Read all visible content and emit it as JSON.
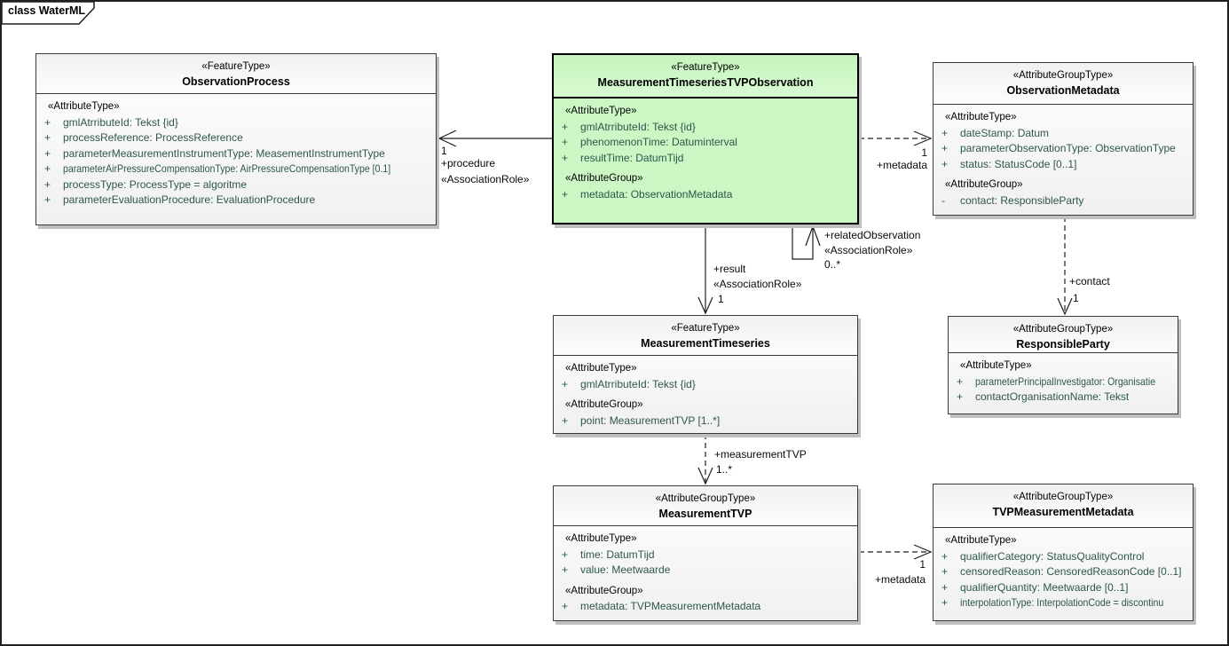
{
  "frame": {
    "tab_label": "class WaterML"
  },
  "colors": {
    "highlight_fill": "#CCF7C5",
    "attribute_text": "#2D574B",
    "line": "#1F1F1F",
    "shadow": "#BFBFBF"
  },
  "boxes": [
    {
      "stereotype": "«FeatureType»",
      "name": "ObservationProcess",
      "sections": [
        {
          "heading": "«AttributeType»",
          "rows": [
            {
              "vis": "+",
              "text": "gmlAtrributeId: Tekst {id}"
            },
            {
              "vis": "+",
              "text": "processReference: ProcessReference"
            },
            {
              "vis": "+",
              "text": "parameterMeasurementInstrumentType: MeasementInstrumentType"
            },
            {
              "vis": "+",
              "text": "parameterAirPressureCompensationType: AirPressureCompensationType [0.1]"
            },
            {
              "vis": "+",
              "text": "processType: ProcessType = algoritme"
            },
            {
              "vis": "+",
              "text": "parameterEvaluationProcedure: EvaluationProcedure"
            }
          ]
        }
      ]
    },
    {
      "stereotype": "«FeatureType»",
      "name": "MeasurementTimeseriesTVPObservation",
      "sections": [
        {
          "heading": "«AttributeType»",
          "rows": [
            {
              "vis": "+",
              "text": "gmlAtrributeId: Tekst {id}"
            },
            {
              "vis": "+",
              "text": "phenomenonTime: Datuminterval"
            },
            {
              "vis": "+",
              "text": "resultTime: DatumTijd"
            }
          ]
        },
        {
          "heading": "«AttributeGroup»",
          "rows": [
            {
              "vis": "+",
              "text": "metadata: ObservationMetadata"
            }
          ]
        }
      ]
    },
    {
      "stereotype": "«AttributeGroupType»",
      "name": "ObservationMetadata",
      "sections": [
        {
          "heading": "«AttributeType»",
          "rows": [
            {
              "vis": "+",
              "text": "dateStamp: Datum"
            },
            {
              "vis": "+",
              "text": "parameterObservationType: ObservationType"
            },
            {
              "vis": "+",
              "text": "status: StatusCode [0..1]"
            }
          ]
        },
        {
          "heading": "«AttributeGroup»",
          "rows": [
            {
              "vis": "-",
              "text": "contact: ResponsibleParty"
            }
          ]
        }
      ]
    },
    {
      "stereotype": "«FeatureType»",
      "name": "MeasurementTimeseries",
      "sections": [
        {
          "heading": "«AttributeType»",
          "rows": [
            {
              "vis": "+",
              "text": "gmlAtrributeId: Tekst {id}"
            }
          ]
        },
        {
          "heading": "«AttributeGroup»",
          "rows": [
            {
              "vis": "+",
              "text": "point: MeasurementTVP [1..*]"
            }
          ]
        }
      ]
    },
    {
      "stereotype": "«AttributeGroupType»",
      "name": "ResponsibleParty",
      "sections": [
        {
          "heading": "«AttributeType»",
          "rows": [
            {
              "vis": "+",
              "text": "parameterPrincipalInvestigator: Organisatie"
            },
            {
              "vis": "+",
              "text": "contactOrganisationName: Tekst"
            }
          ]
        }
      ]
    },
    {
      "stereotype": "«AttributeGroupType»",
      "name": "MeasurementTVP",
      "sections": [
        {
          "heading": "«AttributeType»",
          "rows": [
            {
              "vis": "+",
              "text": "time: DatumTijd"
            },
            {
              "vis": "+",
              "text": "value: Meetwaarde"
            }
          ]
        },
        {
          "heading": "«AttributeGroup»",
          "rows": [
            {
              "vis": "+",
              "text": "metadata: TVPMeasurementMetadata"
            }
          ]
        }
      ]
    },
    {
      "stereotype": "«AttributeGroupType»",
      "name": "TVPMeasurementMetadata",
      "sections": [
        {
          "heading": "«AttributeType»",
          "rows": [
            {
              "vis": "+",
              "text": "qualifierCategory: StatusQualityControl"
            },
            {
              "vis": "+",
              "text": "censoredReason: CensoredReasonCode [0..1]"
            },
            {
              "vis": "+",
              "text": "qualifierQuantity: Meetwaarde [0..1]"
            },
            {
              "vis": "+",
              "text": "interpolationType: InterpolationCode = discontinu"
            }
          ]
        }
      ]
    }
  ],
  "connectors": {
    "procedure": {
      "mult": "1",
      "role": "+procedure",
      "stereotype": "«AssociationRole»"
    },
    "metadata_top": {
      "mult": "1",
      "role": "+metadata"
    },
    "related_observation": {
      "role": "+relatedObservation",
      "stereotype": "«AssociationRole»",
      "mult": "0..*"
    },
    "result": {
      "role": "+result",
      "stereotype": "«AssociationRole»",
      "mult": "1"
    },
    "measurement_tvp": {
      "role": "+measurementTVP",
      "mult": "1..*"
    },
    "contact": {
      "role": "+contact",
      "mult": "1"
    },
    "metadata_bottom": {
      "mult": "1",
      "role": "+metadata"
    }
  }
}
